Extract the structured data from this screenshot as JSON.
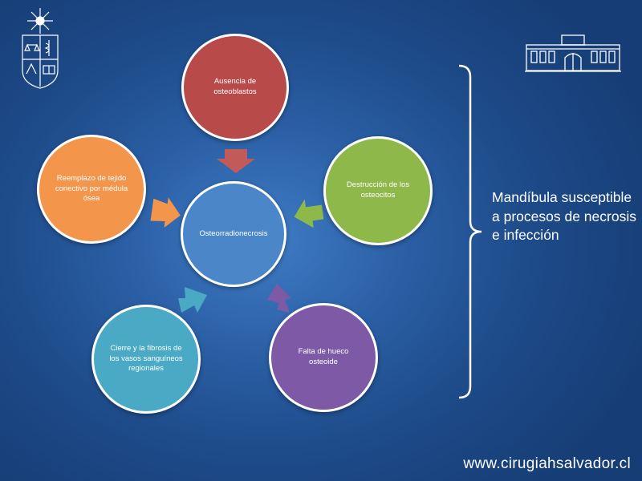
{
  "diagram": {
    "center": {
      "label": "Osteorradionecrosis",
      "color": "#4a86c8"
    },
    "nodes": [
      {
        "label": "Ausencia de osteoblastos",
        "color": "#b94a4a"
      },
      {
        "label": "Destrucción de los osteocitos",
        "color": "#8fb84a"
      },
      {
        "label": "Falta de hueco osteoide",
        "color": "#7e5aa6"
      },
      {
        "label": "Cierre y la fibrosis de los vasos sanguíneos regionales",
        "color": "#4aa9c4"
      },
      {
        "label": "Reemplazo de tejido conectivo por médula ósea",
        "color": "#f3954a"
      }
    ]
  },
  "side_note": "Mandíbula susceptible a procesos de necrosis e infección",
  "footer_url": "www.cirugiahsalvador.cl",
  "logos": {
    "left": "university-crest-icon",
    "right": "hospital-building-icon"
  }
}
